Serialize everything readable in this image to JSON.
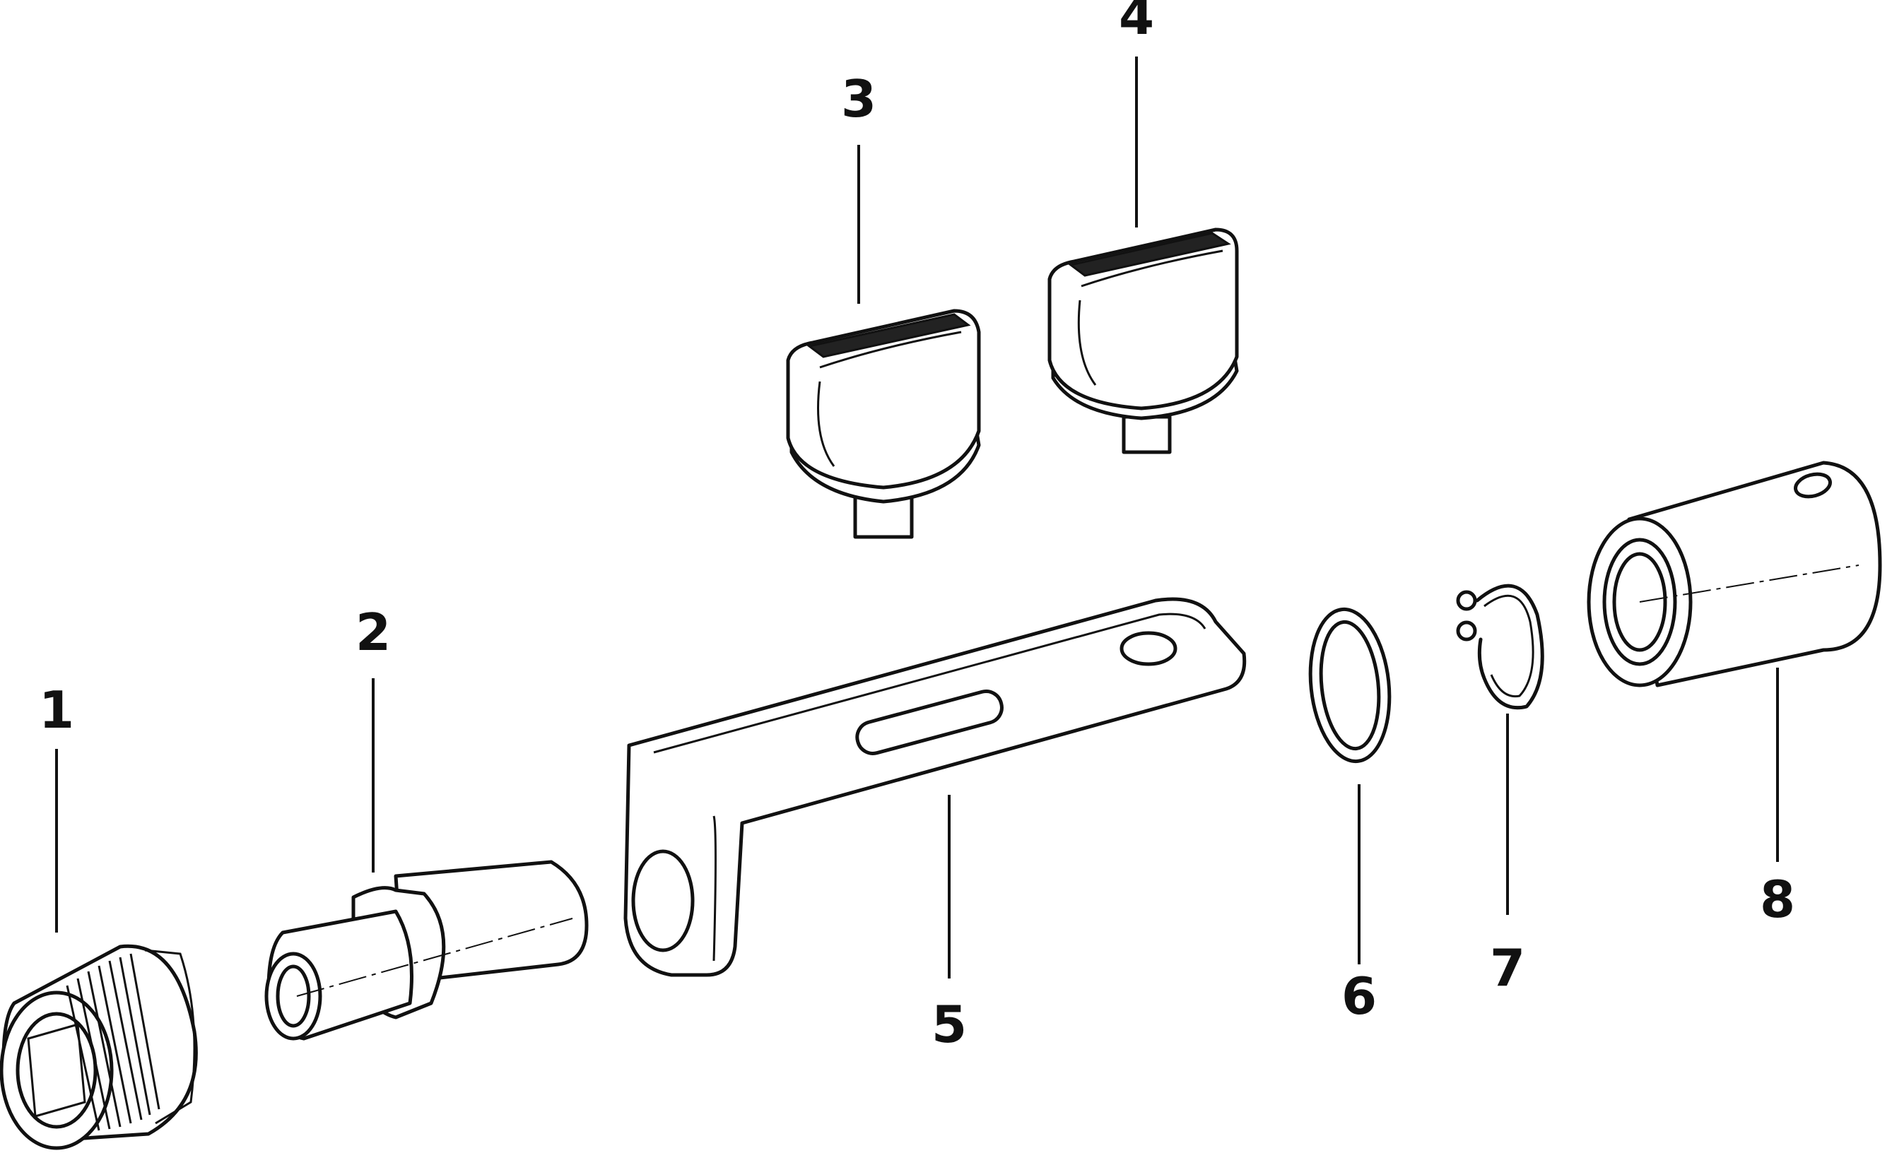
{
  "callouts": [
    {
      "id": "1",
      "label": "1"
    },
    {
      "id": "2",
      "label": "2"
    },
    {
      "id": "3",
      "label": "3"
    },
    {
      "id": "4",
      "label": "4"
    },
    {
      "id": "5",
      "label": "5"
    },
    {
      "id": "6",
      "label": "6"
    },
    {
      "id": "7",
      "label": "7"
    },
    {
      "id": "8",
      "label": "8"
    }
  ],
  "parts": [
    {
      "callout": "1",
      "icon": "knurled-nut-icon"
    },
    {
      "callout": "2",
      "icon": "threaded-shaft-bushing-icon"
    },
    {
      "callout": "3",
      "icon": "rotary-knob-icon"
    },
    {
      "callout": "4",
      "icon": "rotary-knob-icon"
    },
    {
      "callout": "5",
      "icon": "l-bracket-icon"
    },
    {
      "callout": "6",
      "icon": "flat-washer-icon"
    },
    {
      "callout": "7",
      "icon": "retaining-ring-icon"
    },
    {
      "callout": "8",
      "icon": "cylindrical-sleeve-icon"
    }
  ]
}
